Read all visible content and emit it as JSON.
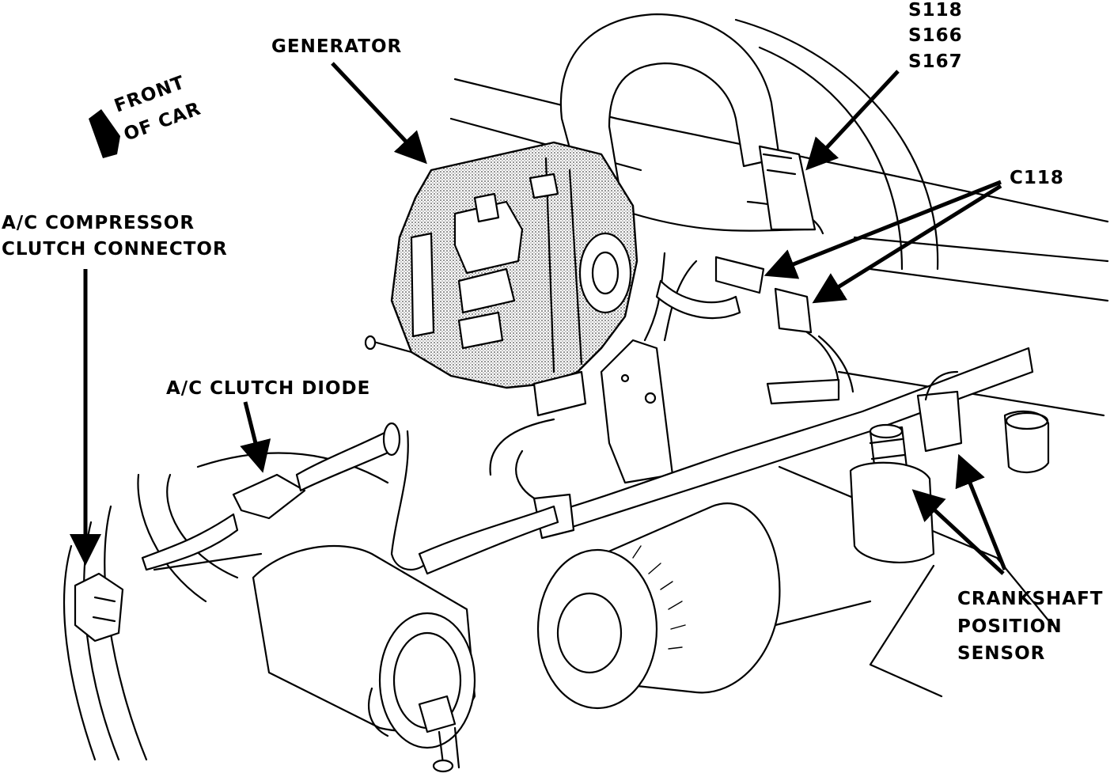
{
  "labels": {
    "generator": "GENERATOR",
    "front_line1": "FRONT",
    "front_line2": "OF CAR",
    "s118": "S118",
    "s166": "S166",
    "s167": "S167",
    "c118": "C118",
    "ac_compressor_line1": "A/C COMPRESSOR",
    "ac_compressor_line2": "CLUTCH CONNECTOR",
    "ac_diode": "A/C CLUTCH DIODE",
    "crank_line1": "CRANKSHAFT",
    "crank_line2": "POSITION",
    "crank_line3": "SENSOR"
  }
}
